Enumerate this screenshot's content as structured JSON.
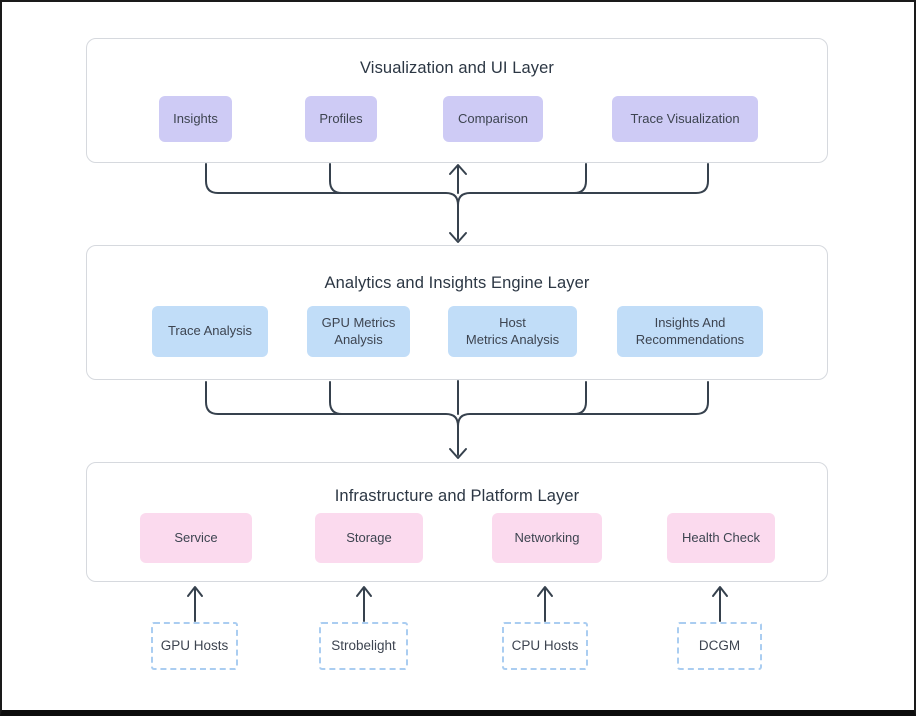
{
  "diagram": {
    "layers": [
      {
        "title": "Visualization and UI Layer",
        "boxes": [
          {
            "label": "Insights"
          },
          {
            "label": "Profiles"
          },
          {
            "label": "Comparison"
          },
          {
            "label": "Trace Visualization"
          }
        ]
      },
      {
        "title": "Analytics and Insights Engine Layer",
        "boxes": [
          {
            "label": "Trace Analysis"
          },
          {
            "label": "GPU Metrics\nAnalysis"
          },
          {
            "label": "Host\nMetrics Analysis"
          },
          {
            "label": "Insights And\nRecommendations"
          }
        ]
      },
      {
        "title": "Infrastructure and Platform Layer",
        "boxes": [
          {
            "label": "Service"
          },
          {
            "label": "Storage"
          },
          {
            "label": "Networking"
          },
          {
            "label": "Health Check"
          }
        ]
      }
    ],
    "sources": [
      {
        "label": "GPU Hosts"
      },
      {
        "label": "Strobelight"
      },
      {
        "label": "CPU Hosts"
      },
      {
        "label": "DCGM"
      }
    ],
    "colors": {
      "ui_box": "#cecbf5",
      "analytics_box": "#c1ddf8",
      "infra_box": "#fbdaee",
      "source_border": "#aacdf1",
      "connector": "#36414d"
    }
  }
}
